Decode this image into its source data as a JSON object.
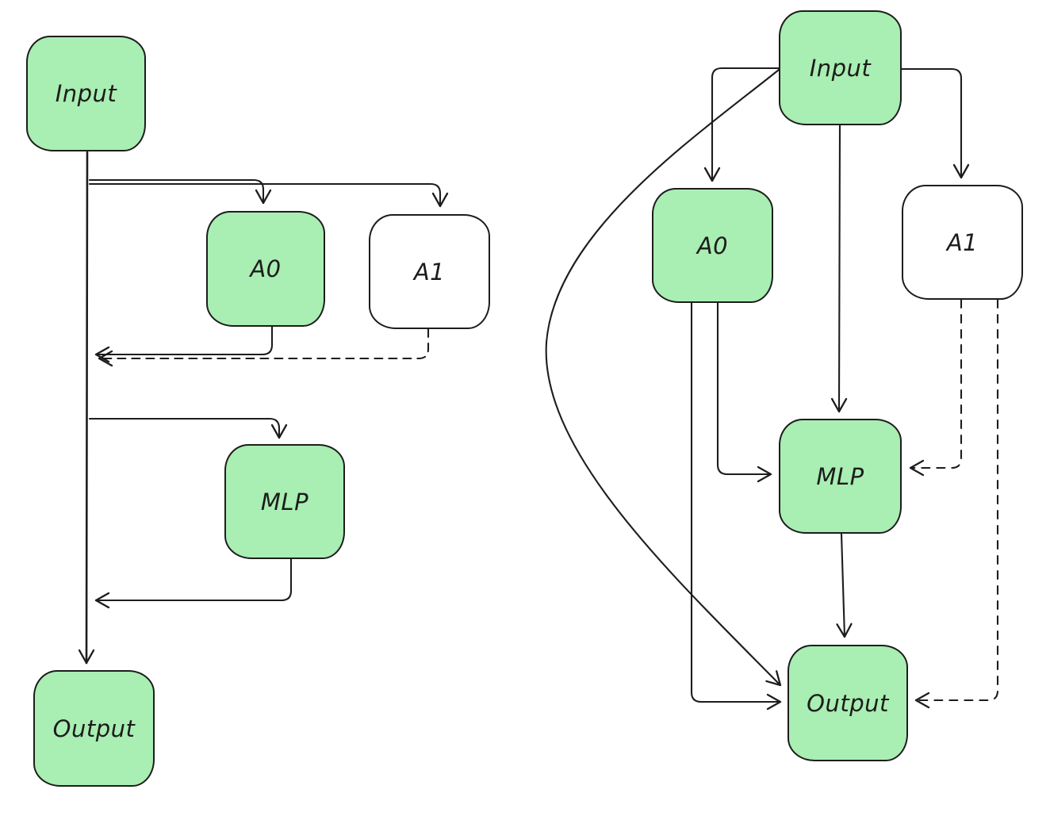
{
  "colors": {
    "node_fill_green": "#a9eeb2",
    "node_fill_white": "#ffffff",
    "stroke": "#1d1d1d",
    "background": "#ffffff"
  },
  "left_diagram": {
    "nodes": [
      {
        "id": "input",
        "label": "Input",
        "fill": "green"
      },
      {
        "id": "a0",
        "label": "A0",
        "fill": "green"
      },
      {
        "id": "a1",
        "label": "A1",
        "fill": "white"
      },
      {
        "id": "mlp",
        "label": "MLP",
        "fill": "green"
      },
      {
        "id": "output",
        "label": "Output",
        "fill": "green"
      }
    ],
    "edges": [
      {
        "from": "Input",
        "to": "A0",
        "style": "solid"
      },
      {
        "from": "Input",
        "to": "A1",
        "style": "solid"
      },
      {
        "from": "A0",
        "to": "residual-stream",
        "style": "solid"
      },
      {
        "from": "A1",
        "to": "residual-stream",
        "style": "dashed"
      },
      {
        "from": "residual-stream",
        "to": "MLP",
        "style": "solid"
      },
      {
        "from": "MLP",
        "to": "residual-stream",
        "style": "solid"
      },
      {
        "from": "Input",
        "to": "Output",
        "style": "solid",
        "shape": "vertical-trunk"
      }
    ]
  },
  "right_diagram": {
    "nodes": [
      {
        "id": "input",
        "label": "Input",
        "fill": "green"
      },
      {
        "id": "a0",
        "label": "A0",
        "fill": "green"
      },
      {
        "id": "a1",
        "label": "A1",
        "fill": "white"
      },
      {
        "id": "mlp",
        "label": "MLP",
        "fill": "green"
      },
      {
        "id": "output",
        "label": "Output",
        "fill": "green"
      }
    ],
    "edges": [
      {
        "from": "Input",
        "to": "A0",
        "style": "solid"
      },
      {
        "from": "Input",
        "to": "A1",
        "style": "solid"
      },
      {
        "from": "Input",
        "to": "MLP",
        "style": "solid"
      },
      {
        "from": "Input",
        "to": "Output",
        "style": "solid",
        "shape": "curve"
      },
      {
        "from": "A0",
        "to": "MLP",
        "style": "solid"
      },
      {
        "from": "A0",
        "to": "Output",
        "style": "solid"
      },
      {
        "from": "A1",
        "to": "MLP",
        "style": "dashed"
      },
      {
        "from": "A1",
        "to": "Output",
        "style": "dashed"
      },
      {
        "from": "MLP",
        "to": "Output",
        "style": "solid"
      }
    ]
  }
}
